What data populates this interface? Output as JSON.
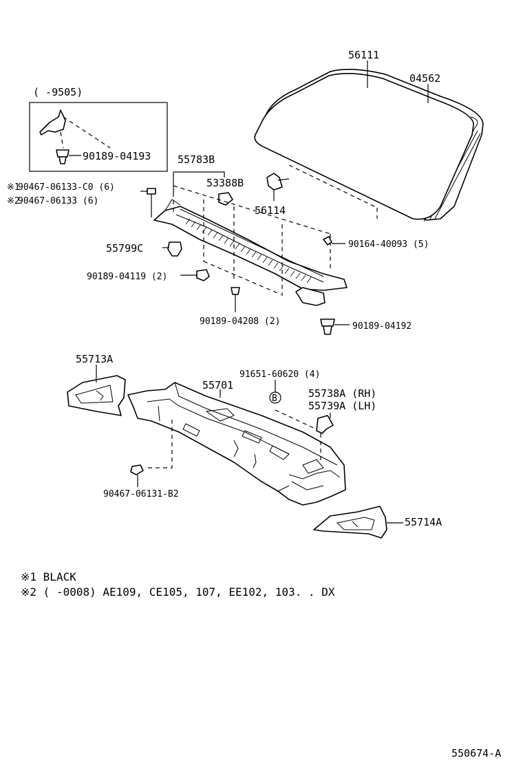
{
  "inset": {
    "range": "(        -9505)",
    "part": "90189-04193"
  },
  "parts": {
    "windshield_molding": "56111",
    "windshield_glass": "04562",
    "cowl_louver": "55783B",
    "cowl_clip": "53388B",
    "glass_stopper": "56114",
    "bolt_black": "90467-06133-C0 (6)",
    "bolt_std": "90467-06133 (6)",
    "retainer_55799c": "55799C",
    "clip_04119": "90189-04119 (2)",
    "screw_40093": "90164-40093 (5)",
    "clip_04208": "90189-04208 (2)",
    "clip_04192": "90189-04192",
    "cowl_side_lh": "55713A",
    "cowl_panel": "55701",
    "bolt_60620": "91651-60620 (4)",
    "bracket_rh": "55738A (RH)",
    "bracket_lh": "55739A (LH)",
    "clip_06131": "90467-06131-B2",
    "cowl_side_rh": "55714A"
  },
  "markers": {
    "mark1": "※1",
    "mark2": "※2",
    "circle_b": "B"
  },
  "notes": {
    "note1": "※1  BLACK",
    "note2": "※2 (       -0008) AE109, CE105, 107, EE102, 103. . DX"
  },
  "figure_id": "550674-A"
}
